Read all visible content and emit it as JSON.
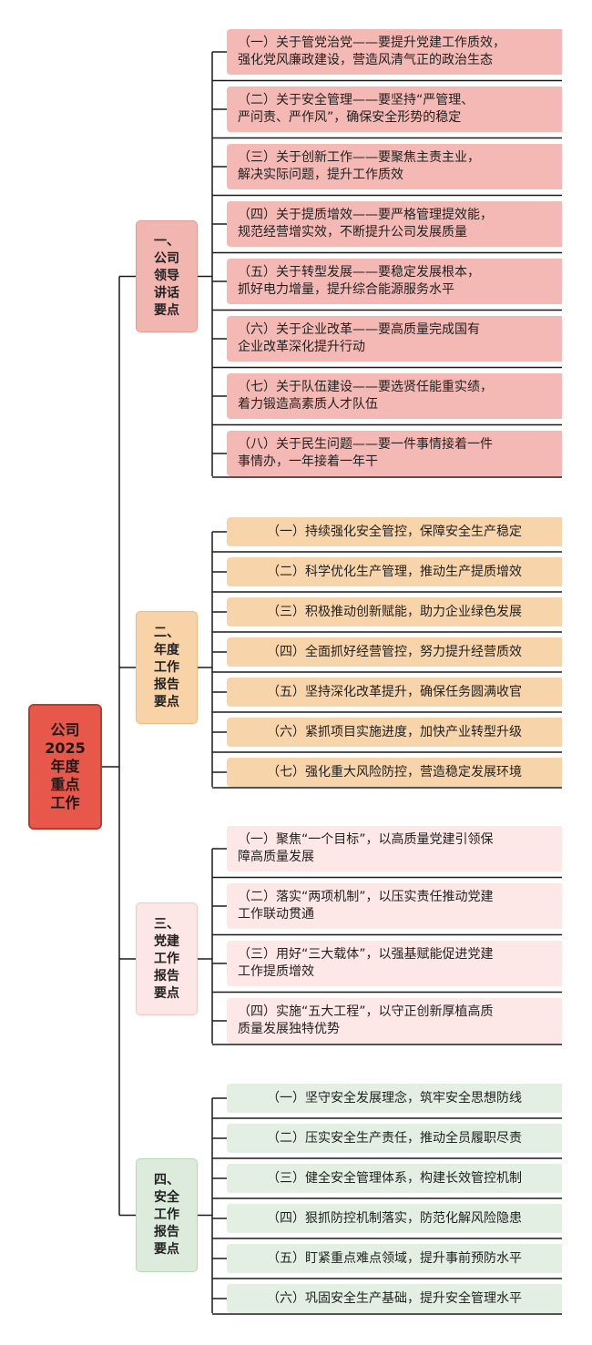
{
  "root": {
    "label": "公司\n2025\n年度\n重点\n工作"
  },
  "colors": {
    "line": "#1a1a1a",
    "branch1_fill": "#f2b6b0",
    "branch1_border": "#e49a93",
    "leaf1_fill": "#f4b9b4",
    "branch2_fill": "#f8d3a8",
    "branch2_border": "#f0b97e",
    "leaf2_fill": "#f8d4ab",
    "branch3_fill": "#fde7e6",
    "branch3_border": "#f2c6c3",
    "leaf3_fill": "#fde8e7",
    "branch4_fill": "#dcebdc",
    "branch4_border": "#b9d6b9",
    "leaf4_fill": "#e3efe3"
  },
  "branches": [
    {
      "label": "一、\n公司\n领导\n讲话\n要点",
      "items": [
        "（一）关于管党治党——要提升党建工作质效，\n强化党风廉政建设，营造风清气正的政治生态",
        "（二）关于安全管理——要坚持“严管理、\n严问责、严作风”，确保安全形势的稳定",
        "（三）关于创新工作——要聚焦主责主业，\n解决实际问题，提升工作质效",
        "（四）关于提质增效——要严格管理提效能，\n规范经营增实效，不断提升公司发展质量",
        "（五）关于转型发展——要稳定发展根本，\n抓好电力增量，提升综合能源服务水平",
        "（六）关于企业改革——要高质量完成国有\n企业改革深化提升行动",
        "（七）关于队伍建设——要选贤任能重实绩，\n着力锻造高素质人才队伍",
        "（八）关于民生问题——要一件事情接着一件\n事情办，一年接着一年干"
      ]
    },
    {
      "label": "二、\n年度\n工作\n报告\n要点",
      "items": [
        "（一）持续强化安全管控，保障安全生产稳定",
        "（二）科学优化生产管理，推动生产提质增效",
        "（三）积极推动创新赋能，助力企业绿色发展",
        "（四）全面抓好经营管控，努力提升经营质效",
        "（五）坚持深化改革提升，确保任务圆满收官",
        "（六）紧抓项目实施进度，加快产业转型升级",
        "（七）强化重大风险防控，营造稳定发展环境"
      ]
    },
    {
      "label": "三、\n党建\n工作\n报告\n要点",
      "items": [
        "（一）聚焦“一个目标”，以高质量党建引领保\n障高质量发展",
        "（二）落实“两项机制”，以压实责任推动党建\n工作联动贯通",
        "（三）用好“三大载体”，以强基赋能促进党建\n工作提质增效",
        "（四）实施“五大工程”，以守正创新厚植高质\n质量发展独特优势"
      ]
    },
    {
      "label": "四、\n安全\n工作\n报告\n要点",
      "items": [
        "（一）坚守安全发展理念，筑牢安全思想防线",
        "（二）压实安全生产责任，推动全员履职尽责",
        "（三）健全安全管理体系，构建长效管控机制",
        "（四）狠抓防控机制落实，防范化解风险隐患",
        "（五）盯紧重点难点领域，提升事前预防水平",
        "（六）巩固安全生产基础，提升安全管理水平"
      ]
    }
  ]
}
